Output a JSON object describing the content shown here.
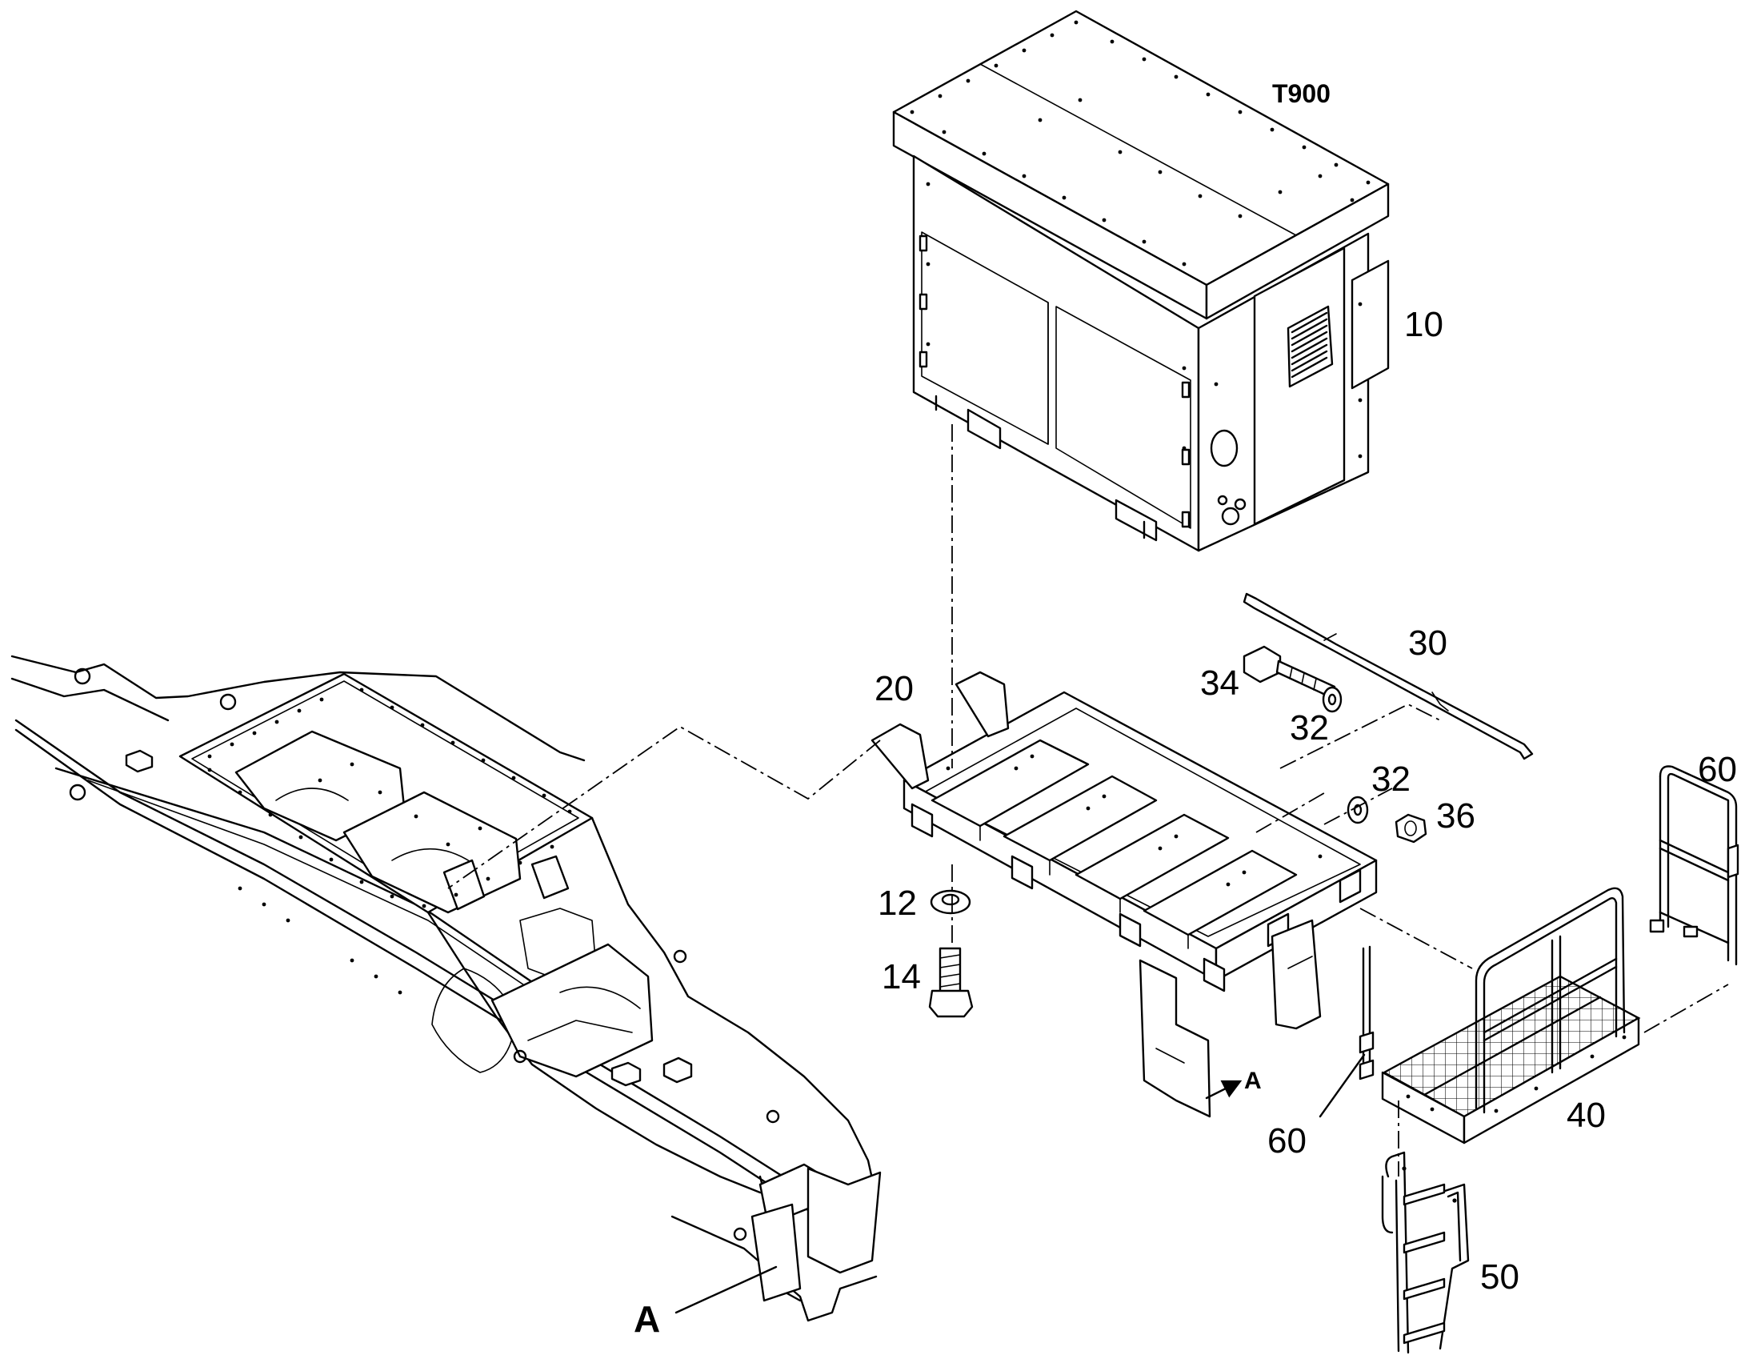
{
  "diagram": {
    "title": "T900",
    "part_callouts": [
      "10",
      "20",
      "30",
      "34",
      "32",
      "32",
      "36",
      "12",
      "14",
      "60",
      "60",
      "40",
      "50"
    ],
    "view_marker": "A",
    "view_marker_small": "A"
  }
}
